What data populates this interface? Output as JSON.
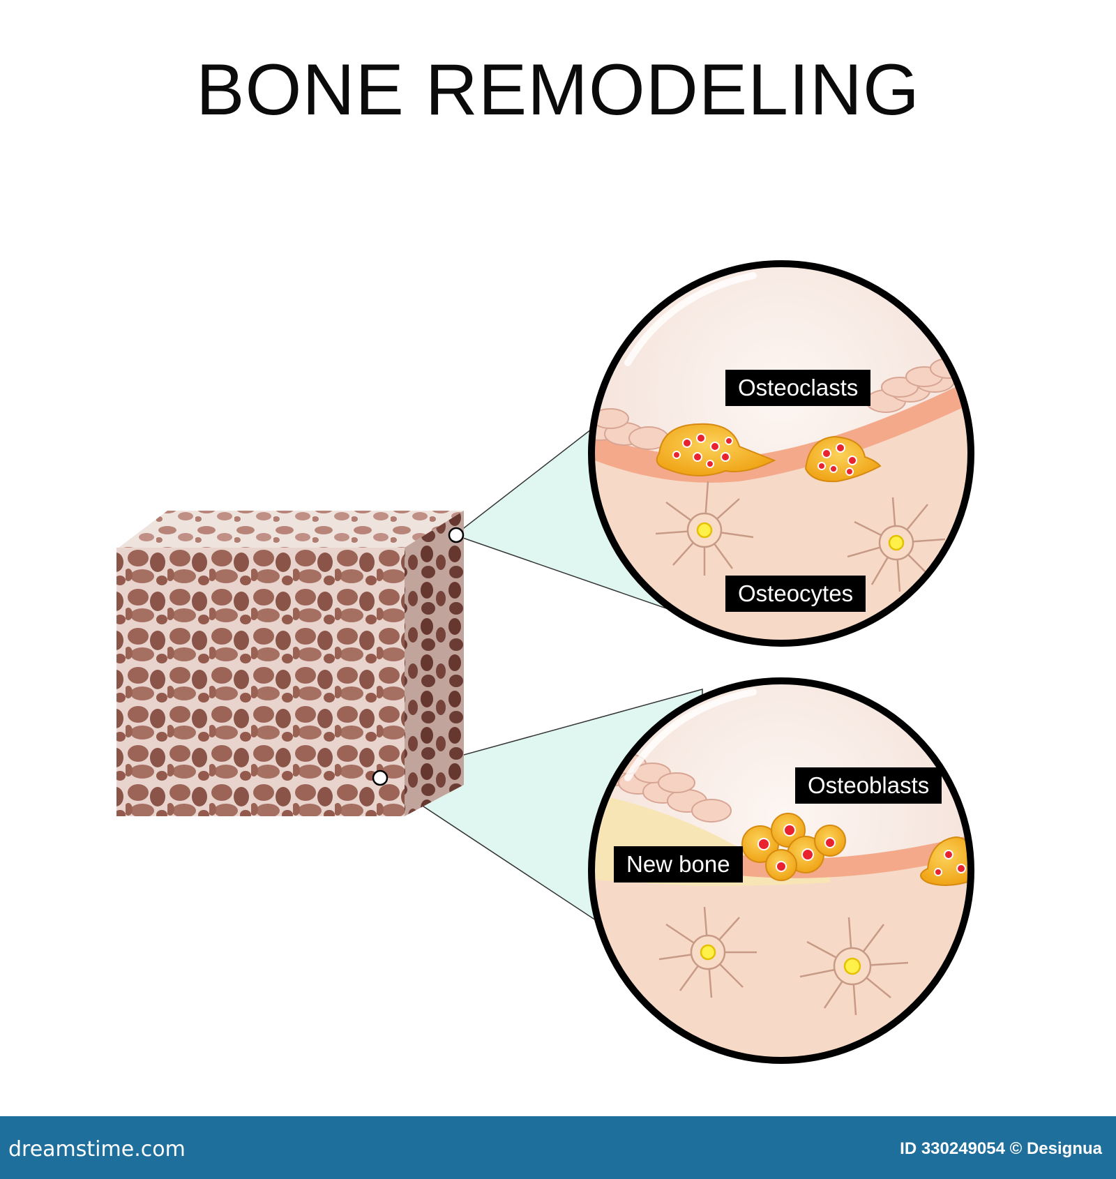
{
  "title": "BONE REMODELING",
  "labels": {
    "osteoclasts": "Osteoclasts",
    "osteocytes": "Osteocytes",
    "osteoblasts": "Osteoblasts",
    "new_bone": "New bone"
  },
  "footer": {
    "logo": "dreamstime.com",
    "stock_id": "ID 330249054 © Designua"
  },
  "colors": {
    "zoom_cone": "#dff7f0",
    "bone_tissue": "#f7d9c8",
    "cortical_band": "#f3a98a",
    "new_bone": "#f7e5b6",
    "osteoclast": "#f6b51e",
    "nucleus_red": "#e8232f",
    "osteocyte": "#f8dcc8",
    "osteocyte_nucleus": "#fff04a",
    "cube_front": "#a0685c",
    "cube_side": "#7a4a41",
    "footer_bg": "#1e6f9b"
  }
}
